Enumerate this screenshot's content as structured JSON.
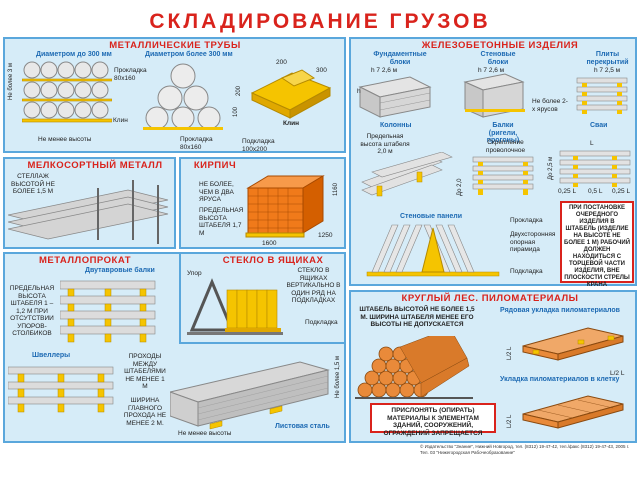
{
  "title": "СКЛАДИРОВАНИЕ   ГРУЗОВ",
  "metal_pipes": {
    "title": "МЕТАЛЛИЧЕСКИЕ ТРУБЫ",
    "diam_small": "Диаметром до 300 мм",
    "diam_large": "Диаметром более 300 мм",
    "max3": "Не более 3 м",
    "gasket": "Прокладка 80x160",
    "wedge": "Клин",
    "min_height": "Не менее высоты",
    "gasket2": "Прокладка 80x160",
    "dim200a": "200",
    "dim300": "300",
    "dim200b": "200",
    "dim100": "100",
    "wedge2": "Клин",
    "gasket3": "Подкладка 100x200"
  },
  "fine_metal": {
    "title": "МЕЛКОСОРТНЫЙ МЕТАЛЛ",
    "rack": "СТЕЛЛАЖ ВЫСОТОЙ НЕ БОЛЕЕ 1,5 М"
  },
  "brick": {
    "title": "КИРПИЧ",
    "note1": "НЕ БОЛЕЕ, ЧЕМ В ДВА ЯРУСА",
    "note2": "ПРЕДЕЛЬНАЯ ВЫСОТА ШТАБЕЛЯ 1,7 М",
    "dim1160": "1160",
    "dim1600": "1600",
    "dim1250": "1250"
  },
  "rolled_metal": {
    "title": "МЕТАЛЛОПРОКАТ",
    "ibeams": "Двутавровые балки",
    "limit": "ПРЕДЕЛЬНАЯ ВЫСОТА ШТАБЕЛЯ 1 – 1,2 М ПРИ ОТСУТСТВИИ УПОРОВ-СТОЛБИКОВ",
    "channels": "Швеллеры",
    "passages": "ПРОХОДЫ МЕЖДУ ШТАБЕЛЯМИ НЕ МЕНЕЕ 1 М",
    "main_passage": "ШИРИНА ГЛАВНОГО ПРОХОДА НЕ МЕНЕЕ 2 М.",
    "max15": "Не более 1,5 м",
    "min_height": "Не менее высоты",
    "sheet_steel": "Листовая сталь"
  },
  "glass": {
    "title": "СТЕКЛО В ЯЩИКАХ",
    "stop": "Упор",
    "note": "СТЕКЛО В ЯЩИКАХ ВЕРТИКАЛЬНО В ОДИН РЯД НА ПОДКЛАДКАХ",
    "pad": "Подкладка"
  },
  "concrete": {
    "title": "ЖЕЛЕЗОБЕТОННЫЕ ИЗДЕЛИЯ",
    "foundation": "Фундаментные блоки",
    "foundation_h": "h 7 2,6 м",
    "wall": "Стеновые блоки",
    "wall_h": "h 7 2,6 м",
    "wall_tiers": "Не более 2-х ярусов",
    "slabs": "Плиты перекрытий",
    "slabs_h": "h 7 2,5 м",
    "h": "h",
    "columns": "Колонны",
    "columns_note": "Предельная высота штабеля 2,0 м",
    "beams": "Балки (ригели, прогоны)",
    "wire": "Скрепление проволочное",
    "d20": "До 2,0",
    "piles": "Сваи",
    "L": "L",
    "d25": "До 2,5 м",
    "l025a": "0,25 L",
    "l05": "0,5 L",
    "l025b": "0,25 L",
    "panels": "Стеновые панели",
    "pad": "Прокладка",
    "pyramid": "Двухсторонняя опорная пирамида",
    "pad2": "Подкладка",
    "warning": "ПРИ ПОСТАНОВКЕ ОЧЕРЕДНОГО ИЗДЕЛИЯ В ШТАБЕЛЬ (ИЗДЕЛИЕ НА ВЫСОТЕ НЕ БОЛЕЕ 1 М) РАБОЧИЙ ДОЛЖЕН НАХОДИТЬСЯ С ТОРЦЕВОЙ ЧАСТИ ИЗДЕЛИЯ, ВНЕ ПЛОСКОСТИ СТРЕЛЫ КРАНА"
  },
  "timber": {
    "title": "КРУГЛЫЙ ЛЕС. ПИЛОМАТЕРИАЛЫ",
    "stack_note": "ШТАБЕЛЬ ВЫСОТОЙ НЕ БОЛЕЕ 1,5 М. ШИРИНА ШТАБЕЛЯ МЕНЕЕ ЕГО ВЫСОТЫ НЕ ДОПУСКАЕТСЯ",
    "row_laying": "Рядовая укладка пиломатериалов",
    "cage_laying": "Укладка пиломатериалов в клетку",
    "l12a": "L/2 L",
    "l12b": "L/2 L",
    "l12c": "L/2 L",
    "warning": "ПРИСЛОНЯТЬ (ОПИРАТЬ) МАТЕРИАЛЫ К ЭЛЕМЕНТАМ ЗДАНИЙ, СООРУЖЕНИЙ, ОГРАЖДЕНИЙ ЗАПРЕЩАЕТСЯ"
  },
  "footer": "© Издательство \"Знание\", Нижний Новгород, тел. (8312) 19-47-42, тел./факс (8312) 19-47-43, 2005 г. Тел. 03 \"Нижегородская Рабочеобразование\"",
  "colors": {
    "accent": "#d9231c",
    "panel": "#d6ecf8",
    "border": "#5aa7dc",
    "yellow": "#f5c400",
    "brick": "#f07a1a",
    "grey": "#c7c7c7"
  }
}
